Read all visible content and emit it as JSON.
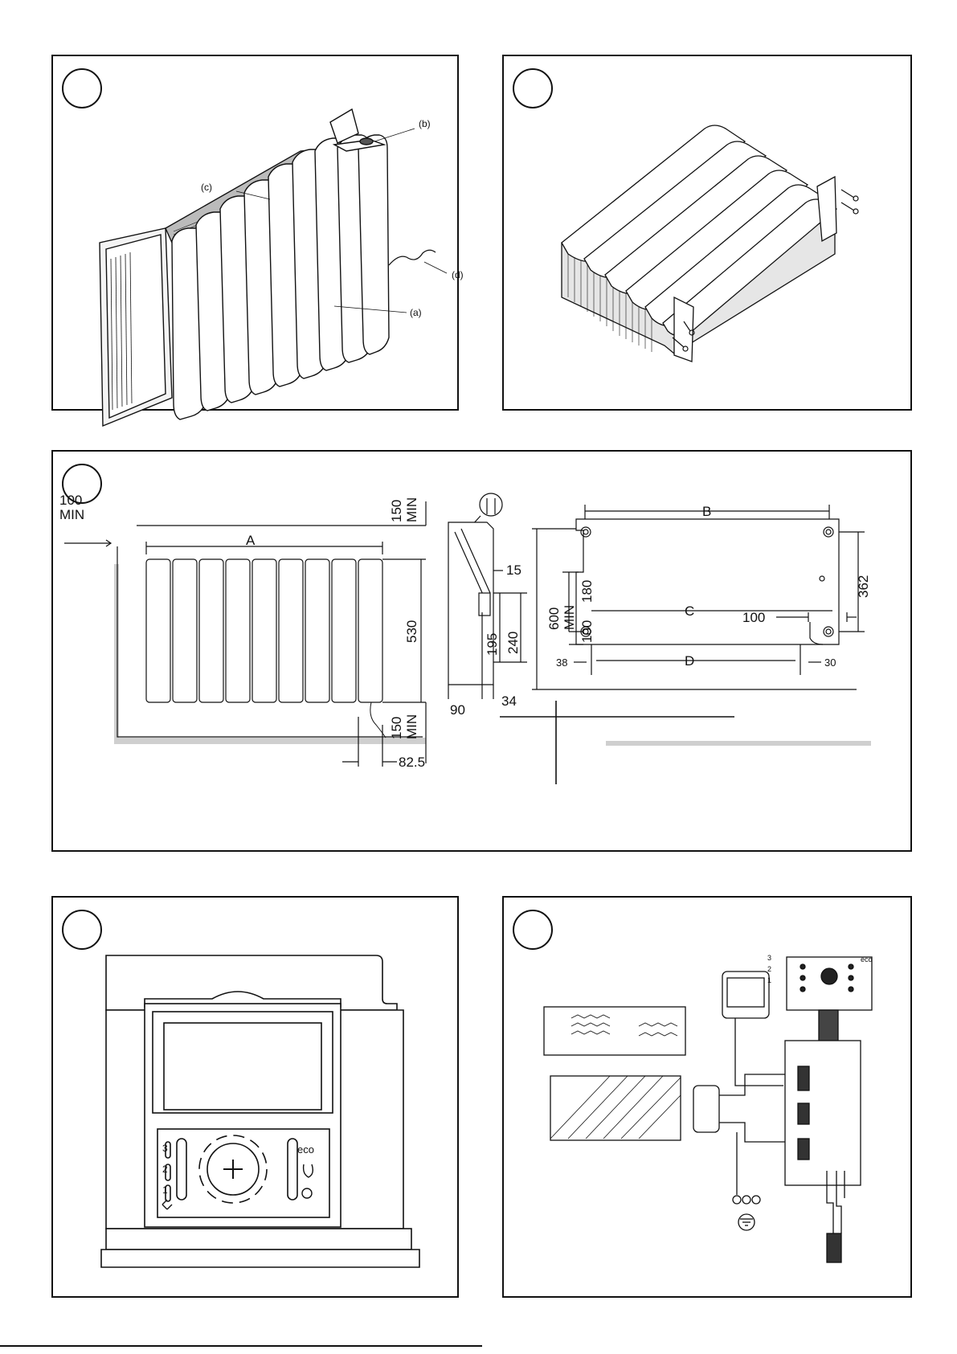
{
  "fig1": {
    "labels": {
      "a": "(a)",
      "b": "(b)",
      "c": "(c)",
      "d": "(d)"
    }
  },
  "fig3": {
    "front": {
      "A": "A",
      "left_clear": "100",
      "left_clear_unit": "MIN",
      "top_clear": "150",
      "top_clear_unit": "MIN",
      "height": "530",
      "bottom_clear": "150",
      "bottom_clear_unit": "MIN",
      "cable": "82.5"
    },
    "side": {
      "d15": "15",
      "d195": "195",
      "d240": "240",
      "d90": "90",
      "d34": "34"
    },
    "bracket": {
      "B": "B",
      "C": "C",
      "D": "D",
      "d100_right": "100",
      "d362": "362",
      "d180": "180",
      "d100_left": "100",
      "d600": "600",
      "d600_unit": "MIN",
      "d38": "38",
      "d30": "30"
    }
  },
  "fig4": {
    "speed_levels": [
      "3",
      "2",
      "1"
    ],
    "mode_eco": "eco"
  },
  "fig5": {
    "panel_levels": [
      "3",
      "2",
      "1"
    ],
    "panel_eco": "eco"
  },
  "colors": {
    "line": "#111111",
    "shade": "#d0d0d0",
    "paper": "#ffffff"
  }
}
